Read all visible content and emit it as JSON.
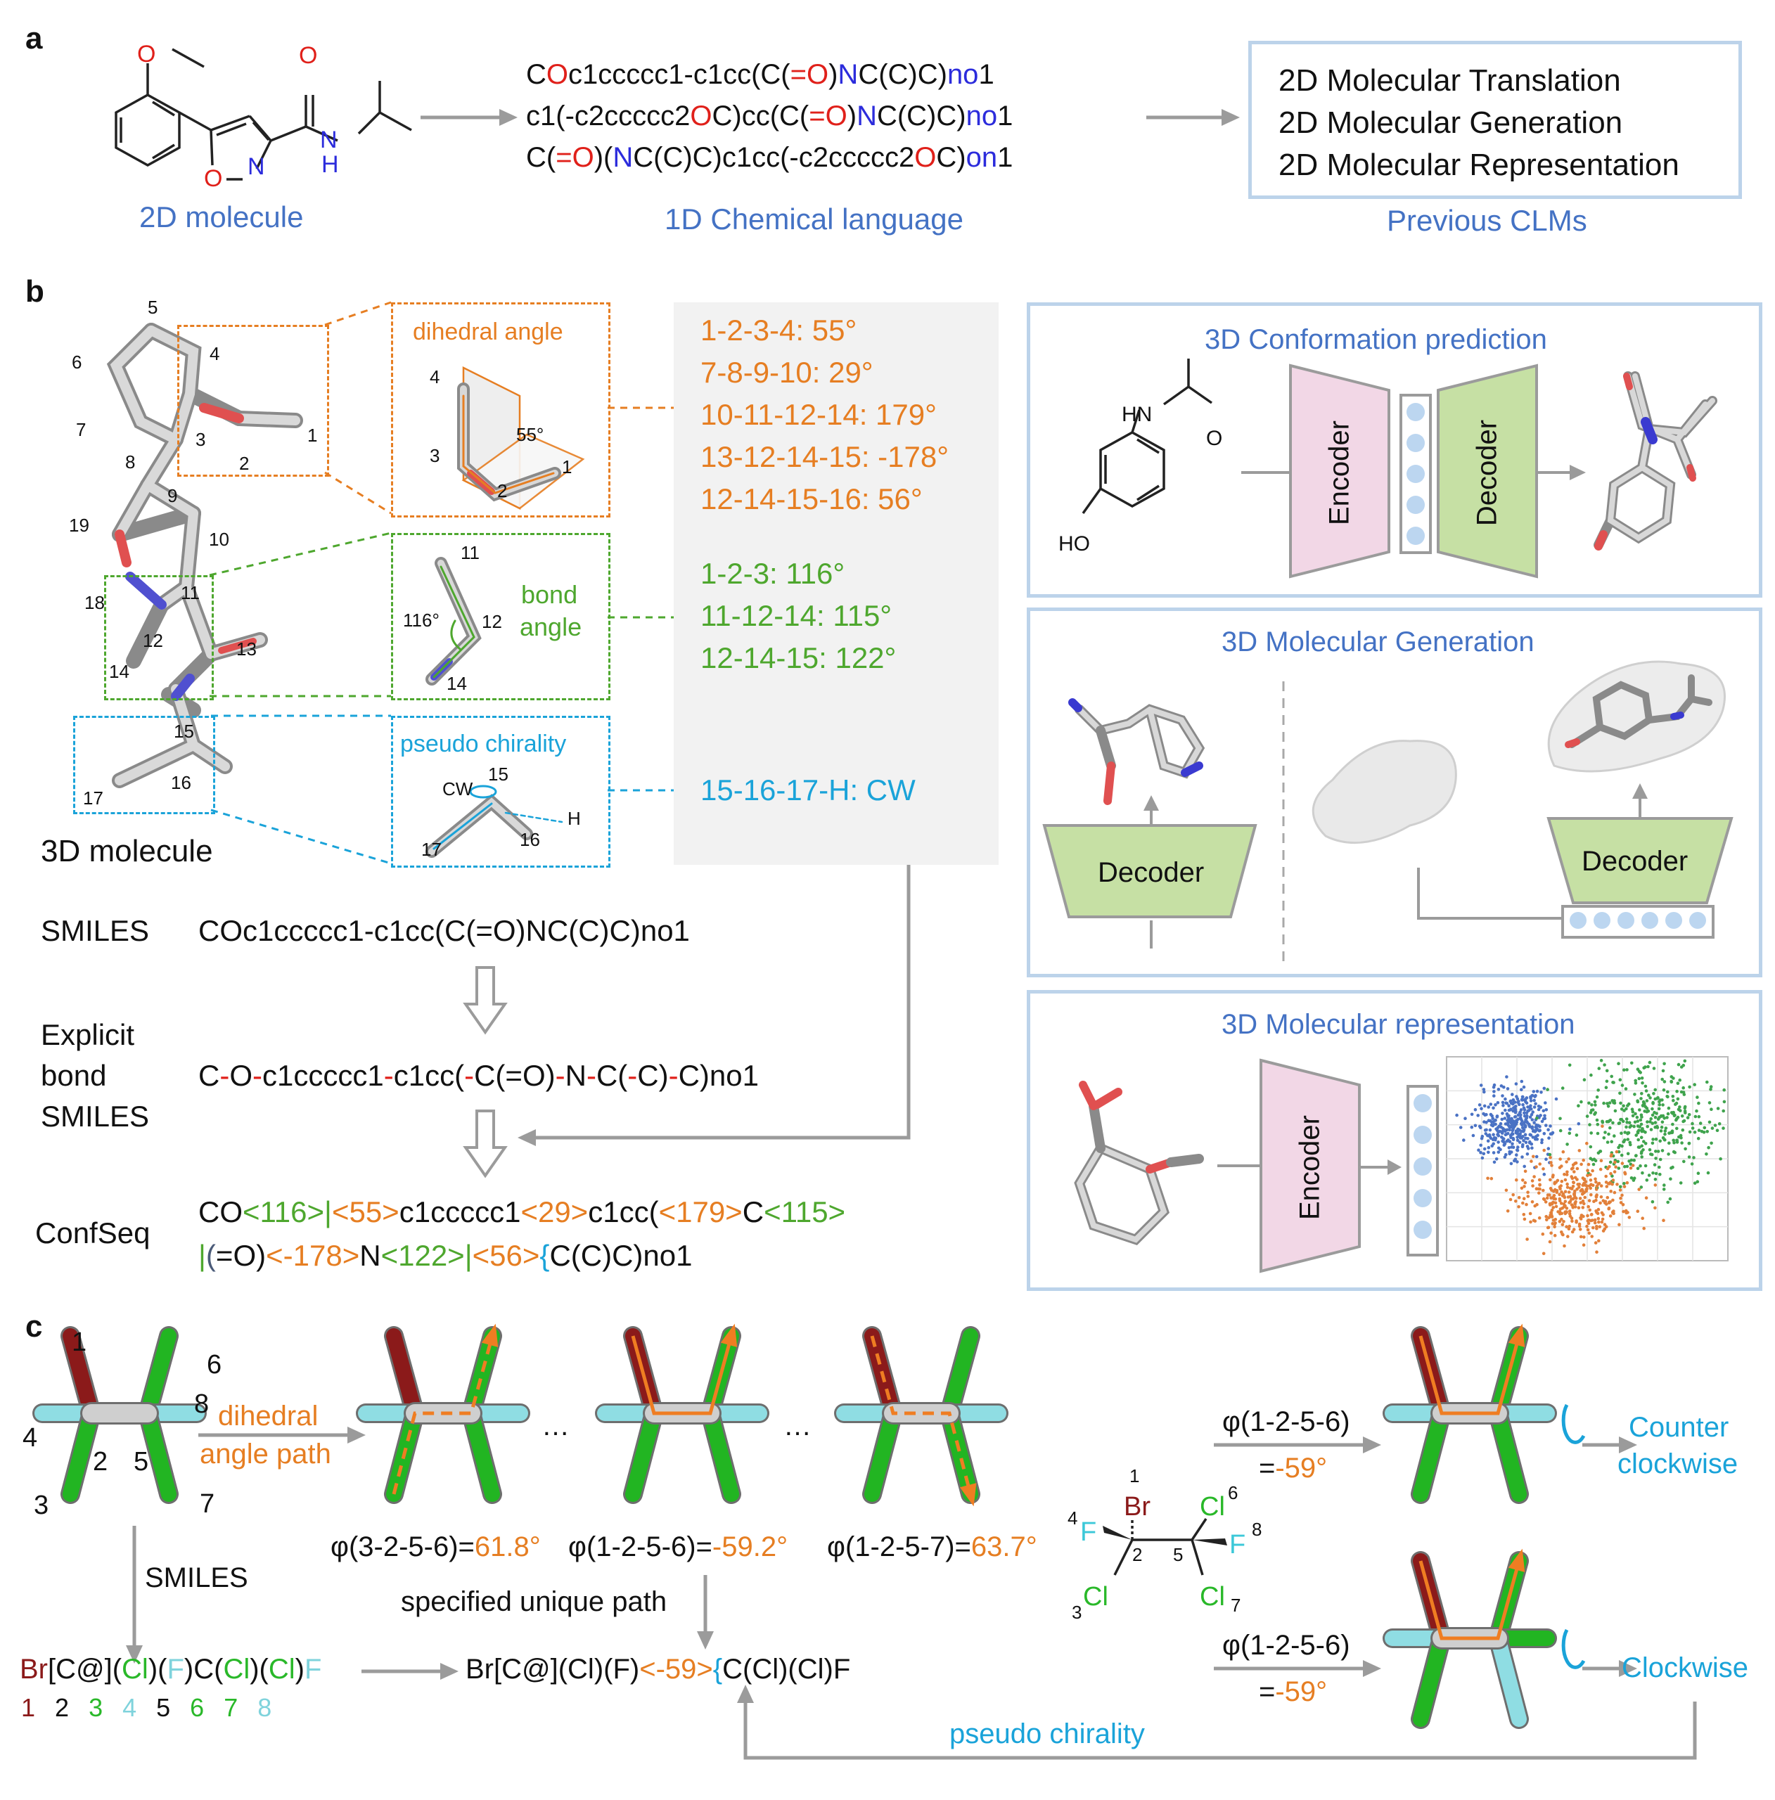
{
  "panels": {
    "a": "a",
    "b": "b",
    "c": "c"
  },
  "panel_a": {
    "caption_2d": "2D molecule",
    "caption_1d": "1D Chemical language",
    "caption_clm": "Previous CLMs",
    "smiles_lines": [
      [
        {
          "t": "C",
          "c": "k"
        },
        {
          "t": "O",
          "c": "r"
        },
        {
          "t": "c1ccccc1-c1cc(C(",
          "c": "k"
        },
        {
          "t": "=O",
          "c": "r"
        },
        {
          "t": ")",
          "c": "k"
        },
        {
          "t": "N",
          "c": "b"
        },
        {
          "t": "C(C)C)",
          "c": "k"
        },
        {
          "t": "no",
          "c": "b2"
        },
        {
          "t": "1",
          "c": "k"
        }
      ],
      [
        {
          "t": "c1(-c2ccccc2",
          "c": "k"
        },
        {
          "t": "O",
          "c": "r"
        },
        {
          "t": "C)cc(C(",
          "c": "k"
        },
        {
          "t": "=O",
          "c": "r"
        },
        {
          "t": ")",
          "c": "k"
        },
        {
          "t": "N",
          "c": "b"
        },
        {
          "t": "C(C)C)",
          "c": "k"
        },
        {
          "t": "no",
          "c": "b2"
        },
        {
          "t": "1",
          "c": "k"
        }
      ],
      [
        {
          "t": "C(",
          "c": "k"
        },
        {
          "t": "=O",
          "c": "r"
        },
        {
          "t": ")(",
          "c": "k"
        },
        {
          "t": "N",
          "c": "b"
        },
        {
          "t": "C(C)C)c1cc(-c2ccccc2",
          "c": "k"
        },
        {
          "t": "O",
          "c": "r"
        },
        {
          "t": "C)",
          "c": "k"
        },
        {
          "t": "on",
          "c": "b2"
        },
        {
          "t": "1",
          "c": "k"
        }
      ]
    ],
    "tasks": [
      "2D Molecular Translation",
      "2D Molecular Generation",
      "2D Molecular Representation"
    ],
    "atom_labels": {
      "o_top": "O",
      "o_amide": "O",
      "n_h": "N",
      "h": "H",
      "o_ring": "O",
      "n_ring": "N"
    }
  },
  "panel_b": {
    "atom_numbers": [
      "5",
      "4",
      "6",
      "7",
      "3",
      "1",
      "2",
      "8",
      "9",
      "19",
      "10",
      "18",
      "11",
      "12",
      "13",
      "14",
      "15",
      "16",
      "17"
    ],
    "mol_label": "3D molecule",
    "dihedral_label": "dihedral angle",
    "dihedral_inset_nums": [
      "4",
      "3",
      "2",
      "1"
    ],
    "dihedral_inset_angle": "55°",
    "bond_label_1": "bond",
    "bond_label_2": "angle",
    "bond_inset_nums": [
      "11",
      "12",
      "14"
    ],
    "bond_inset_angle": "116°",
    "chir_label": "pseudo chirality",
    "chir_inset_nums": [
      "15",
      "16",
      "17"
    ],
    "chir_inset_cw": "CW",
    "chir_inset_h": "H",
    "dihedrals": [
      "1-2-3-4: 55°",
      "7-8-9-10: 29°",
      "10-11-12-14: 179°",
      "13-12-14-15: -178°",
      "12-14-15-16: 56°"
    ],
    "bond_angles": [
      "1-2-3: 116°",
      "11-12-14: 115°",
      "12-14-15: 122°"
    ],
    "chirality": "15-16-17-H: CW",
    "smiles_label": "SMILES",
    "smiles_value": "COc1ccccc1-c1cc(C(=O)NC(C)C)no1",
    "explicit_label": [
      "Explicit",
      "bond",
      "SMILES"
    ],
    "explicit_value": [
      {
        "t": "C",
        "c": "k"
      },
      {
        "t": "-",
        "c": "r"
      },
      {
        "t": "O",
        "c": "k"
      },
      {
        "t": "-",
        "c": "r"
      },
      {
        "t": "c1ccccc1",
        "c": "k"
      },
      {
        "t": "-",
        "c": "r"
      },
      {
        "t": "c1cc(",
        "c": "k"
      },
      {
        "t": "-",
        "c": "r"
      },
      {
        "t": "C(=O)",
        "c": "k"
      },
      {
        "t": "-",
        "c": "r"
      },
      {
        "t": "N",
        "c": "k"
      },
      {
        "t": "-",
        "c": "r"
      },
      {
        "t": "C(",
        "c": "k"
      },
      {
        "t": "-",
        "c": "r"
      },
      {
        "t": "C)",
        "c": "k"
      },
      {
        "t": "-",
        "c": "r"
      },
      {
        "t": "C)no1",
        "c": "k"
      }
    ],
    "confseq_label": "ConfSeq",
    "confseq_line1": [
      {
        "t": "CO",
        "c": "k"
      },
      {
        "t": "<116>|",
        "c": "g"
      },
      {
        "t": "<55>",
        "c": "o"
      },
      {
        "t": "c1ccccc1",
        "c": "k"
      },
      {
        "t": "<29>",
        "c": "o"
      },
      {
        "t": "c1cc(",
        "c": "k"
      },
      {
        "t": "<179>",
        "c": "o"
      },
      {
        "t": "C",
        "c": "k"
      },
      {
        "t": "<115>",
        "c": "g"
      }
    ],
    "confseq_line2": [
      {
        "t": "|",
        "c": "g"
      },
      {
        "t": "(",
        "c": "s"
      },
      {
        "t": "=O)",
        "c": "k"
      },
      {
        "t": "<-178>",
        "c": "o"
      },
      {
        "t": "N",
        "c": "k"
      },
      {
        "t": "<122>|",
        "c": "g"
      },
      {
        "t": "<56>",
        "c": "o"
      },
      {
        "t": "{",
        "c": "c"
      },
      {
        "t": "C(C)C)no1",
        "c": "k"
      }
    ],
    "tasks": {
      "conf": "3D Conformation prediction",
      "gen": "3D Molecular Generation",
      "rep": "3D Molecular representation"
    },
    "encoder": "Encoder",
    "decoder": "Decoder",
    "acet_labels": {
      "hn": "HN",
      "o": "O",
      "ho": "HO"
    }
  },
  "panel_c": {
    "atom_nums_left": [
      "1",
      "6",
      "8",
      "4",
      "2",
      "5",
      "3",
      "7"
    ],
    "dihedral_path_1": "dihedral",
    "dihedral_path_2": "angle path",
    "ellipsis": "…",
    "phi_1_prefix": "φ(3-2-5-6)=",
    "phi_1_val": "61.8°",
    "phi_2_prefix": "φ(1-2-5-6)=",
    "phi_2_val": "-59.2°",
    "phi_3_prefix": "φ(1-2-5-7)=",
    "phi_3_val": "63.7°",
    "smiles_arrow": "SMILES",
    "specified_path": "specified unique path",
    "pseudo_chirality": "pseudo chirality",
    "smiles_tokens": [
      {
        "t": "Br",
        "c": "br"
      },
      {
        "t": "[C@](",
        "c": "k"
      },
      {
        "t": "Cl",
        "c": "cl"
      },
      {
        "t": ")(",
        "c": "k"
      },
      {
        "t": "F",
        "c": "f"
      },
      {
        "t": ")C(",
        "c": "k"
      },
      {
        "t": "Cl",
        "c": "cl"
      },
      {
        "t": ")(",
        "c": "k"
      },
      {
        "t": "Cl",
        "c": "cl"
      },
      {
        "t": ")",
        "c": "k"
      },
      {
        "t": "F",
        "c": "f"
      }
    ],
    "index_row": [
      {
        "t": "1",
        "c": "br"
      },
      {
        "t": "2",
        "c": "k"
      },
      {
        "t": "3",
        "c": "cl"
      },
      {
        "t": "4",
        "c": "f"
      },
      {
        "t": "5",
        "c": "k"
      },
      {
        "t": "6",
        "c": "cl"
      },
      {
        "t": "7",
        "c": "cl"
      },
      {
        "t": "8",
        "c": "f"
      }
    ],
    "final_seq": [
      {
        "t": "Br[C@](Cl)(F)",
        "c": "k"
      },
      {
        "t": "<-59>",
        "c": "o"
      },
      {
        "t": "{",
        "c": "c"
      },
      {
        "t": "C(Cl)(Cl)F",
        "c": "k"
      }
    ],
    "skeletal": {
      "br": "Br",
      "f_left": "F",
      "cl_left": "Cl",
      "cl_top": "Cl",
      "f_right": "F",
      "cl_bottom": "Cl",
      "n1": "1",
      "n2": "2",
      "n3": "3",
      "n4": "4",
      "n5": "5",
      "n6": "6",
      "n7": "7",
      "n8": "8"
    },
    "phi_upper": "φ(1-2-5-6)",
    "phi_upper_val_eq": "=",
    "phi_upper_val": "-59°",
    "phi_lower": "φ(1-2-5-6)",
    "phi_lower_val_eq": "=",
    "phi_lower_val": "-59°",
    "ccw_1": "Counter",
    "ccw_2": "clockwise",
    "cw": "Clockwise"
  },
  "colors": {
    "blue_caption": "#4472c4",
    "orange": "#e67e22",
    "green": "#4ea72e",
    "cyan": "#1aa3d9",
    "red": "#e0201a",
    "encoder_fill": "#f2d7e6",
    "decoder_fill": "#c6e0a4"
  }
}
